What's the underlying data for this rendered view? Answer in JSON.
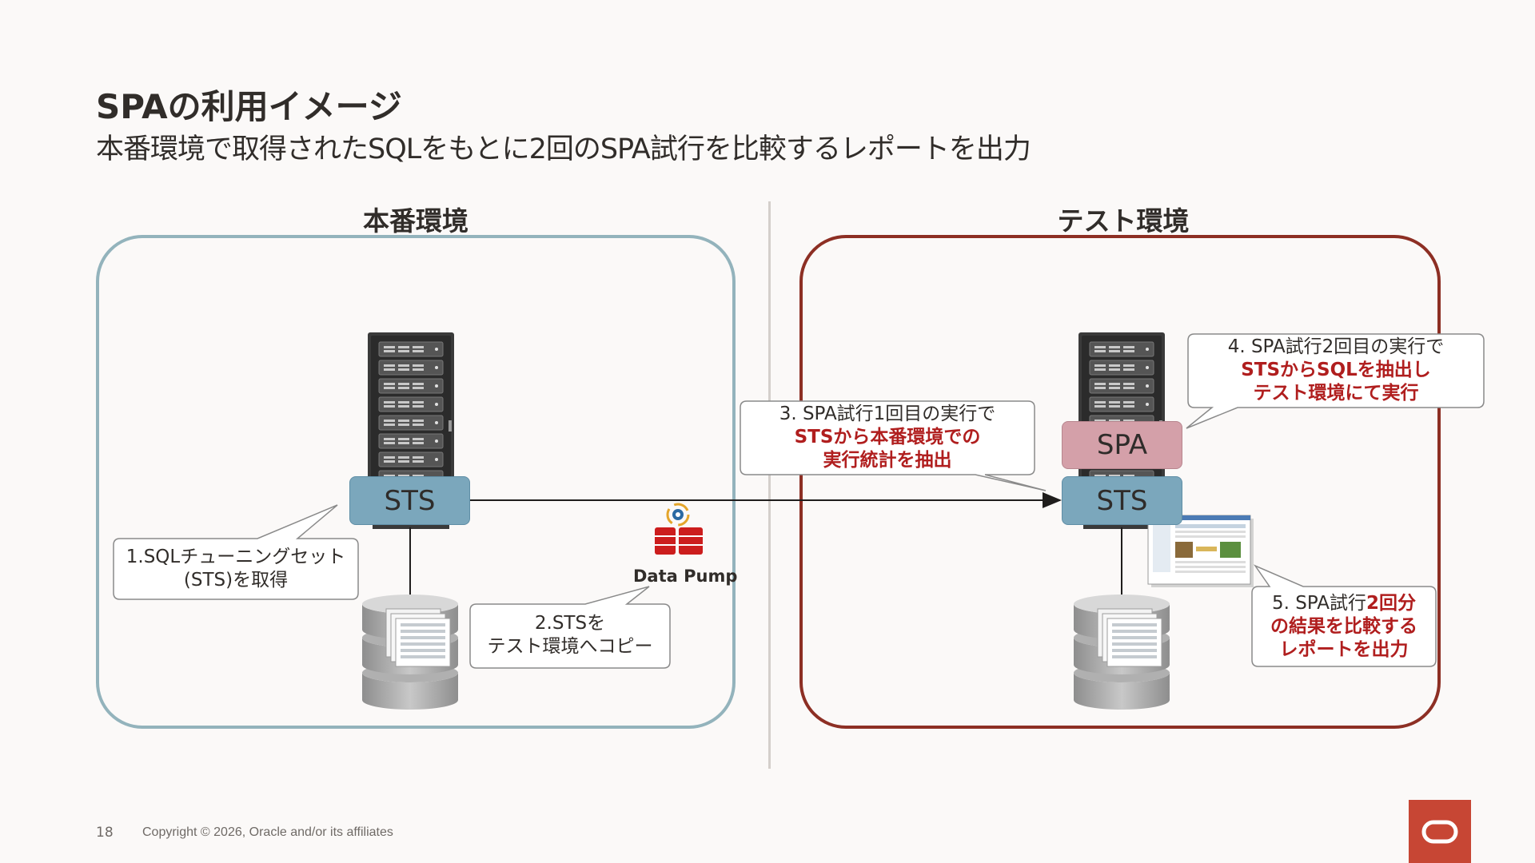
{
  "title": "SPAの利用イメージ",
  "subtitle": "本番環境で取得されたSQLをもとに2回のSPA試行を比較するレポートを出力",
  "environments": {
    "production_label": "本番環境",
    "test_label": "テスト環境"
  },
  "boxes": {
    "sts_prod": "STS",
    "sts_test": "STS",
    "spa_test": "SPA"
  },
  "callouts": {
    "step1_line1": "1.SQLチューニングセット",
    "step1_line2": "(STS)を取得",
    "step2_line1": "2.STSを",
    "step2_line2": "テスト環境へコピー",
    "step3_line1": "3. SPA試行1回目の実行で",
    "step3_line2": "STSから本番環境での",
    "step3_line3": "実行統計を抽出",
    "step4_line1": "4. SPA試行2回目の実行で",
    "step4_line2": "STSからSQLを抽出し",
    "step4_line3": "テスト環境にて実行",
    "step5_line1_a": "5. SPA試行",
    "step5_line1_b": "2回分",
    "step5_line2": "の結果を比較する",
    "step5_line3": "レポートを出力"
  },
  "data_pump_label": "Data Pump",
  "footer": {
    "page_number": "18",
    "copyright": "Copyright © 2026, Oracle and/or its affiliates"
  },
  "colors": {
    "production_border": "#93b3bc",
    "test_border": "#8d2f24",
    "sts": "#7ba7bc",
    "spa": "#d4a0a9",
    "emphasis": "#b01e1e",
    "oracle_red": "#c74634"
  },
  "icons": {
    "server": "server-rack-icon",
    "database": "database-icon",
    "data_pump": "data-pump-icon",
    "report": "report-screenshot-icon",
    "logo": "oracle-logo"
  }
}
